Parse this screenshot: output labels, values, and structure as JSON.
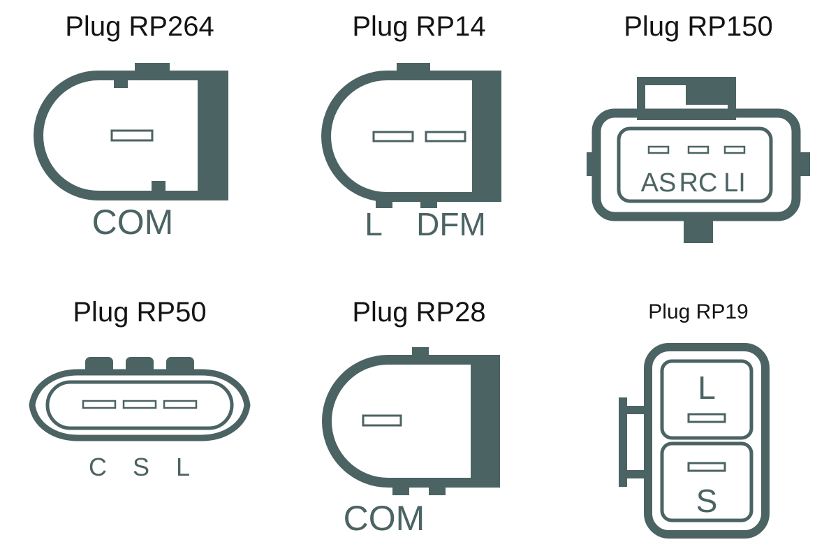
{
  "theme": {
    "ink": "#4c6363",
    "title_color": "#141414",
    "background": "#ffffff"
  },
  "plugs": {
    "rp264": {
      "title": "Plug RP264",
      "pins": {
        "com": "COM"
      }
    },
    "rp14": {
      "title": "Plug RP14",
      "pins": {
        "l": "L",
        "dfm": "DFM"
      }
    },
    "rp150": {
      "title": "Plug RP150",
      "pins": {
        "as": "AS",
        "rc": "RC",
        "li": "LI"
      }
    },
    "rp50": {
      "title": "Plug RP50",
      "pins": {
        "c": "C",
        "s": "S",
        "l": "L"
      }
    },
    "rp28": {
      "title": "Plug RP28",
      "pins": {
        "com": "COM"
      }
    },
    "rp19": {
      "title": "Plug RP19",
      "pins": {
        "l": "L",
        "s": "S"
      }
    }
  }
}
